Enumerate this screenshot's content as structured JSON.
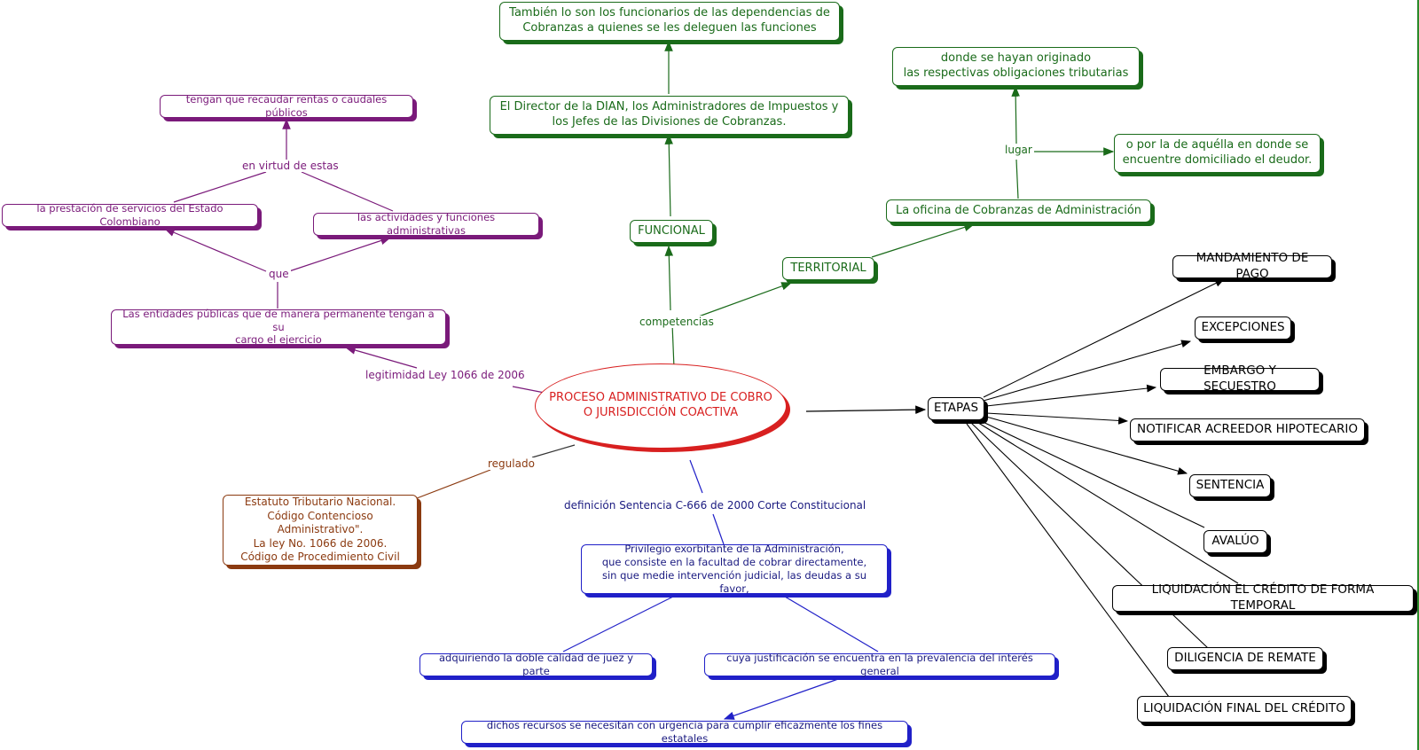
{
  "center": "PROCESO ADMINISTRATIVO DE COBRO\nO JURISDICCIÓN COACTIVA",
  "labels": {
    "competencias": "competencias",
    "lugar": "lugar",
    "legitimidad": "legitimidad Ley 1066 de 2006",
    "que": "que",
    "en_virtud": "en virtud de estas",
    "regulado": "regulado",
    "definicion": "definición Sentencia C-666 de 2000 Corte Constitucional"
  },
  "green": {
    "tambien": "También lo son los funcionarios de las dependencias de\nCobranzas a quienes se les deleguen las funciones",
    "director": "El Director de la DIAN, los Administradores de Impuestos y\nlos Jefes de las Divisiones de Cobranzas.",
    "funcional": "FUNCIONAL",
    "territorial": "TERRITORIAL",
    "oficina": "La oficina de Cobranzas de Administración",
    "donde": "donde se hayan originado\nlas respectivas obligaciones tributarias",
    "domicilio": "o por la de aquélla en donde se\nencuentre domiciliado el deudor."
  },
  "purple": {
    "rentas": "tengan que recaudar rentas o caudales públicos",
    "prestacion": "la prestación de servicios del Estado Colombiano",
    "actividades": "las actividades y funciones administrativas",
    "entidades": "Las entidades públicas que de manera permanente tengan a su\ncargo el ejercicio"
  },
  "brown": {
    "estatuto": "Estatuto Tributario Nacional.\nCódigo Contencioso Administrativo\".\nLa ley No. 1066 de 2006.\nCódigo de Procedimiento Civil"
  },
  "blue": {
    "privilegio": "Privilegio exorbitante de la Administración,\nque consiste en la facultad de cobrar directamente,\nsin que medie intervención judicial, las deudas a su favor,",
    "juez": "adquiriendo la doble calidad de juez y parte",
    "justificacion": "cuya justificación se encuentra en la prevalencia del interés general",
    "recursos": "dichos recursos se necesitan con urgencia para cumplir eficazmente los fines estatales"
  },
  "etapas": {
    "title": "ETAPAS",
    "items": [
      "MANDAMIENTO DE PAGO",
      "EXCEPCIONES",
      "EMBARGO Y SECUESTRO",
      "NOTIFICAR ACREEDOR HIPOTECARIO",
      "SENTENCIA",
      "AVALÚO",
      "LIQUIDACIÓN EL CRÉDITO DE FORMA TEMPORAL",
      "DILIGENCIA DE REMATE",
      "LIQUIDACIÓN FINAL DEL CRÉDITO"
    ]
  },
  "colors": {
    "center": "#d82020",
    "green": "#1a6b1a",
    "purple": "#7a1a7a",
    "brown": "#8b3a10",
    "blue": "#2020c8",
    "black": "#000000"
  }
}
